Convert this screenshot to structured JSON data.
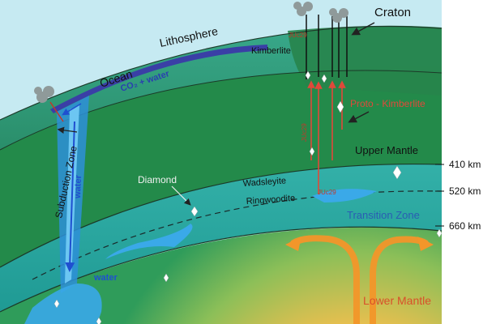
{
  "labels": {
    "craton": "Craton",
    "lithosphere": "Lithosphere",
    "ocean": "Ocean",
    "co2_water": "CO₂ + water",
    "kimberlite": "Kimberlite",
    "proto_kimberlite": "Proto - Kimberlite",
    "jc29_top": "JUc29",
    "jc29_vertical": "JUc29",
    "jc29_transition": "JUc29",
    "subduction_zone": "Subduction Zone",
    "water_slab": "water",
    "water_bottom": "water",
    "diamond": "Diamond",
    "upper_mantle": "Upper Mantle",
    "wadsleyite": "Wadsleyite",
    "ringwoodite": "Ringwoodite",
    "transition_zone": "Transition Zone",
    "lower_mantle": "Lower Mantle"
  },
  "depths": {
    "d410": "410 km",
    "d520": "520 km",
    "d660": "660 km"
  },
  "colors": {
    "sky": "#bfe7f0",
    "lithosphere": "#2f9a72",
    "upper_mantle": "#238a4a",
    "transition_zone": "#2aa7a0",
    "lower_mantle_inner": "#f7b247",
    "lower_mantle_outer": "#2f9c5a",
    "ocean": "#3a3fa6",
    "water": "#3aa9e8",
    "proto_kimberlite": "#e0493a",
    "convection": "#f39a2c",
    "transition_label": "#2a5db3",
    "lower_mantle_label": "#d9502a"
  }
}
